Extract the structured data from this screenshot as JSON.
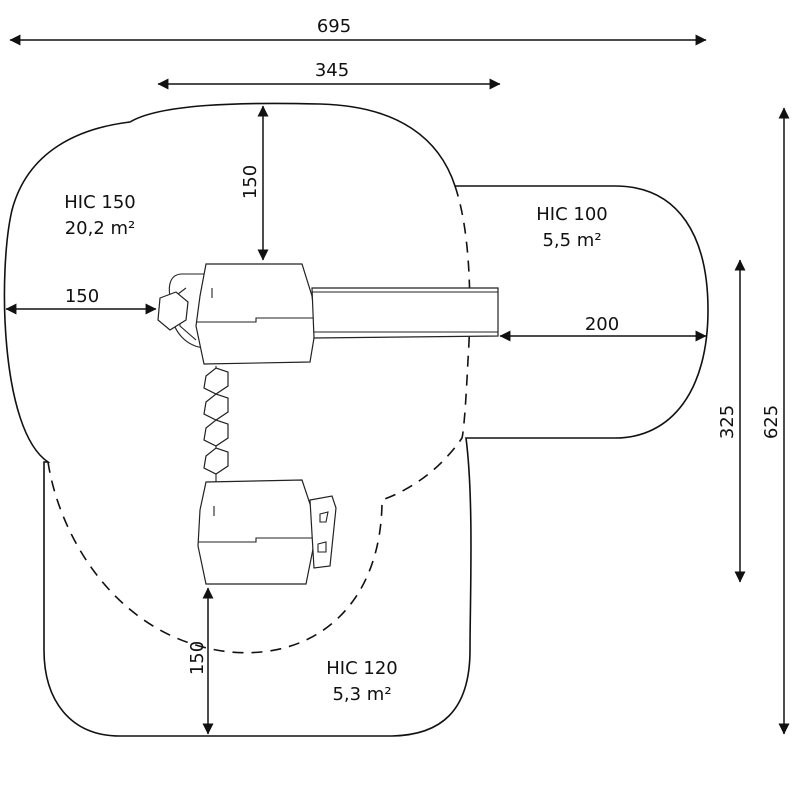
{
  "dimensions": {
    "total_width": "695",
    "tower_width": "345",
    "top_clearance": "150",
    "left_clearance": "150",
    "slide_clearance": "200",
    "bottom_clearance": "150",
    "slide_zone_depth": "325",
    "total_depth": "625"
  },
  "zones": [
    {
      "hic": "HIC 150",
      "area": "20,2 m²"
    },
    {
      "hic": "HIC 100",
      "area": "5,5 m²"
    },
    {
      "hic": "HIC 120",
      "area": "5,3 m²"
    }
  ]
}
